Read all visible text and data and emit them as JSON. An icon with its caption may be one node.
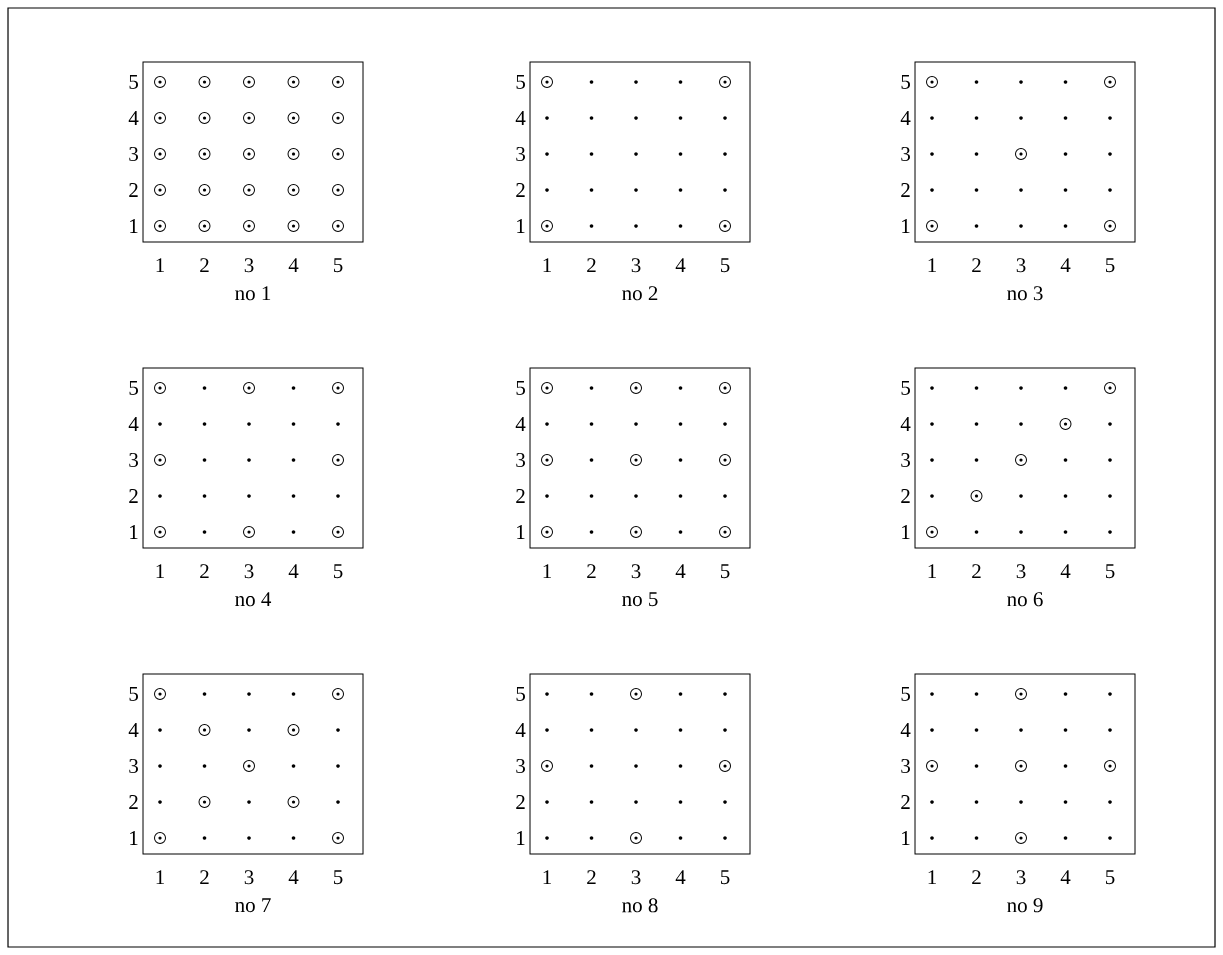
{
  "diagram": {
    "nodes": [
      {
        "text": [
          "no 1"
        ],
        "beside": [
          "5",
          "4",
          "3",
          "2",
          "1",
          "1",
          "2",
          "3",
          "4",
          "5"
        ]
      },
      {
        "text": [
          "no 2"
        ],
        "beside": [
          "5",
          "4",
          "3",
          "2",
          "1",
          "1",
          "2",
          "3",
          "4",
          "5"
        ]
      },
      {
        "text": [
          "no 3"
        ],
        "beside": [
          "5",
          "4",
          "3",
          "2",
          "1",
          "1",
          "2",
          "3",
          "4",
          "5"
        ]
      },
      {
        "text": [
          "no 4"
        ],
        "beside": [
          "5",
          "4",
          "3",
          "2",
          "1",
          "1",
          "2",
          "3",
          "4",
          "5"
        ]
      },
      {
        "text": [
          "no 5"
        ],
        "beside": [
          "5",
          "4",
          "3",
          "2",
          "1",
          "1",
          "2",
          "3",
          "4",
          "5"
        ]
      },
      {
        "text": [
          "no 6"
        ],
        "beside": [
          "5",
          "4",
          "3",
          "2",
          "1",
          "1",
          "2",
          "3",
          "4",
          "5"
        ]
      },
      {
        "text": [
          "no 7"
        ],
        "beside": [
          "5",
          "4",
          "3",
          "2",
          "1",
          "1",
          "2",
          "3",
          "4",
          "5"
        ]
      },
      {
        "text": [
          "no 8"
        ],
        "beside": [
          "5",
          "4",
          "3",
          "2",
          "1",
          "1",
          "2",
          "3",
          "4",
          "5"
        ]
      },
      {
        "text": [
          "no 9"
        ],
        "beside": [
          "5",
          "4",
          "3",
          "2",
          "1",
          "1",
          "2",
          "3",
          "4",
          "5"
        ]
      }
    ]
  }
}
